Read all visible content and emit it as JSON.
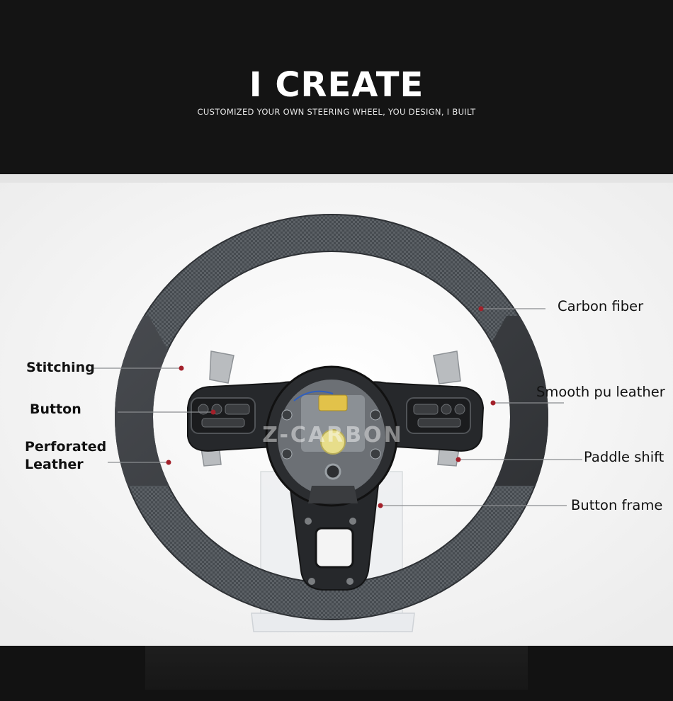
{
  "header": {
    "title": "I CREATE",
    "subtitle": "CUSTOMIZED YOUR OWN STEERING WHEEL, YOU DESIGN, I BUILT"
  },
  "photo": {
    "watermark": "Z-CARBON"
  },
  "callouts": {
    "stitching": "Stitching",
    "button": "Button",
    "perforated_line1": "Perforated",
    "perforated_line2": "Leather",
    "carbon_fiber": "Carbon fiber",
    "smooth_pu_leather": "Smooth pu leather",
    "paddle_shift": "Paddle shift",
    "button_frame": "Button frame"
  },
  "colors": {
    "background_dark": "#141414",
    "photo_bg": "#f7f7f7",
    "marker_red": "#a3202a",
    "leather": "#3a3d41",
    "carbon": "#4d5257"
  }
}
